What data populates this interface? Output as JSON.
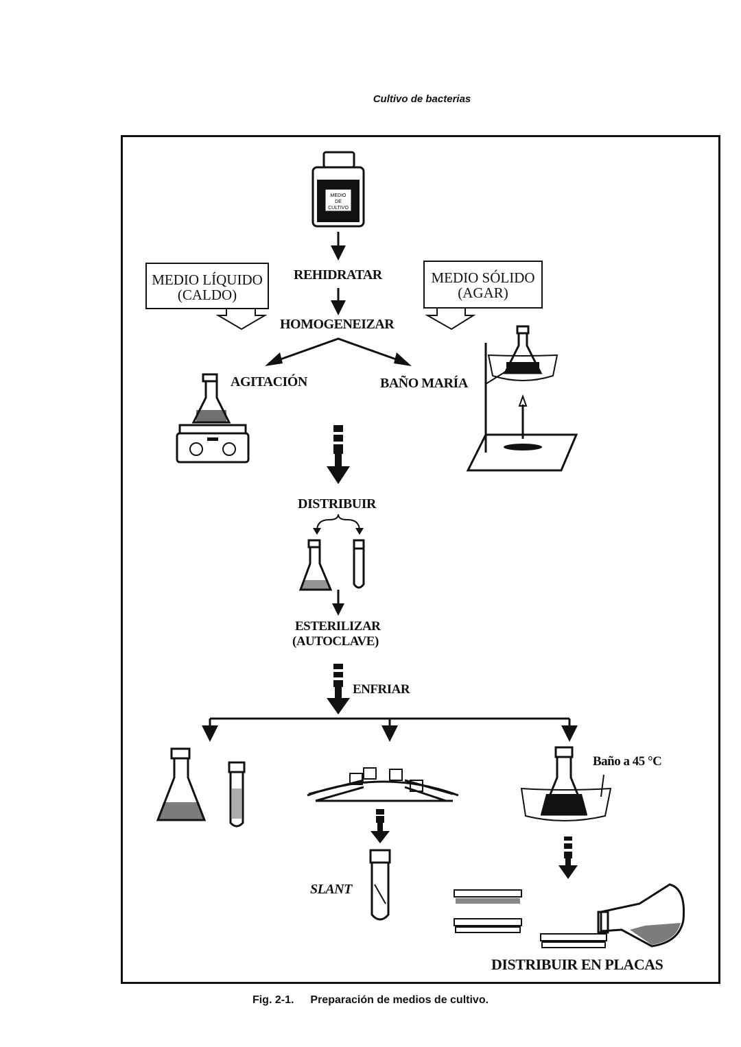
{
  "header": "Cultivo de bacterias",
  "bottle_label": [
    "MEDIO",
    "DE",
    "CULTIVO"
  ],
  "boxes": {
    "liquid": {
      "line1": "MEDIO LÍQUIDO",
      "line2": "(CALDO)"
    },
    "solid": {
      "line1": "MEDIO SÓLIDO",
      "line2": "(AGAR)"
    }
  },
  "steps": {
    "rehydrate": "REHIDRATAR",
    "homogenize": "HOMOGENEIZAR",
    "agitation": "AGITACIÓN",
    "water_bath": "BAÑO MARÍA",
    "distribute": "DISTRIBUIR",
    "sterilize_1": "ESTERILIZAR",
    "sterilize_2": "(AUTOCLAVE)",
    "cool": "ENFRIAR",
    "bath_45": "Baño a 45 °C",
    "slant": "SLANT",
    "plates": "DISTRIBUIR EN PLACAS"
  },
  "caption": {
    "number": "Fig. 2-1.",
    "text": "Preparación de medios de cultivo."
  }
}
